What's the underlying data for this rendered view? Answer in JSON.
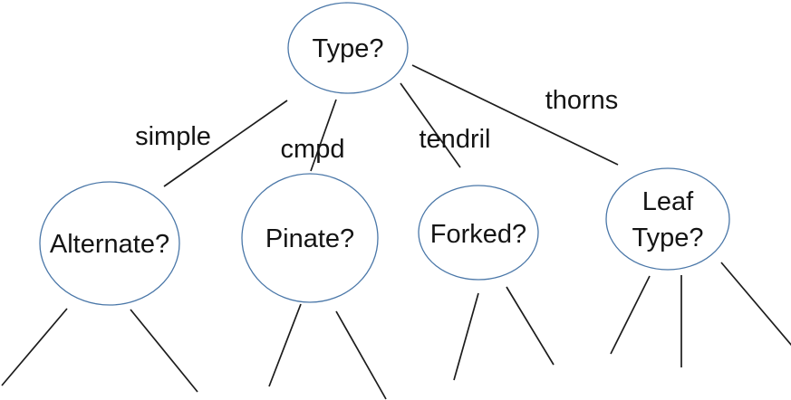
{
  "diagram": {
    "type": "decision-tree",
    "nodes": [
      {
        "id": "type",
        "label": "Type?"
      },
      {
        "id": "alternate",
        "label": "Alternate?"
      },
      {
        "id": "pinate",
        "label": "Pinate?"
      },
      {
        "id": "forked",
        "label": "Forked?"
      },
      {
        "id": "leaf-type",
        "label": "Leaf Type?",
        "lines": [
          "Leaf",
          "Type?"
        ]
      }
    ],
    "edges": [
      {
        "from": "type",
        "to": "alternate",
        "label": "simple"
      },
      {
        "from": "type",
        "to": "pinate",
        "label": "cmpd"
      },
      {
        "from": "type",
        "to": "forked",
        "label": "tendril"
      },
      {
        "from": "type",
        "to": "leaf-type",
        "label": "thorns"
      }
    ],
    "unlabeled_stub_counts": {
      "alternate": 2,
      "pinate": 2,
      "forked": 2,
      "leaf-type": 3
    },
    "colors": {
      "node_stroke": "#4a77a8",
      "edge_line": "#1c1c1c",
      "text": "#141414",
      "background": "#ffffff"
    }
  }
}
